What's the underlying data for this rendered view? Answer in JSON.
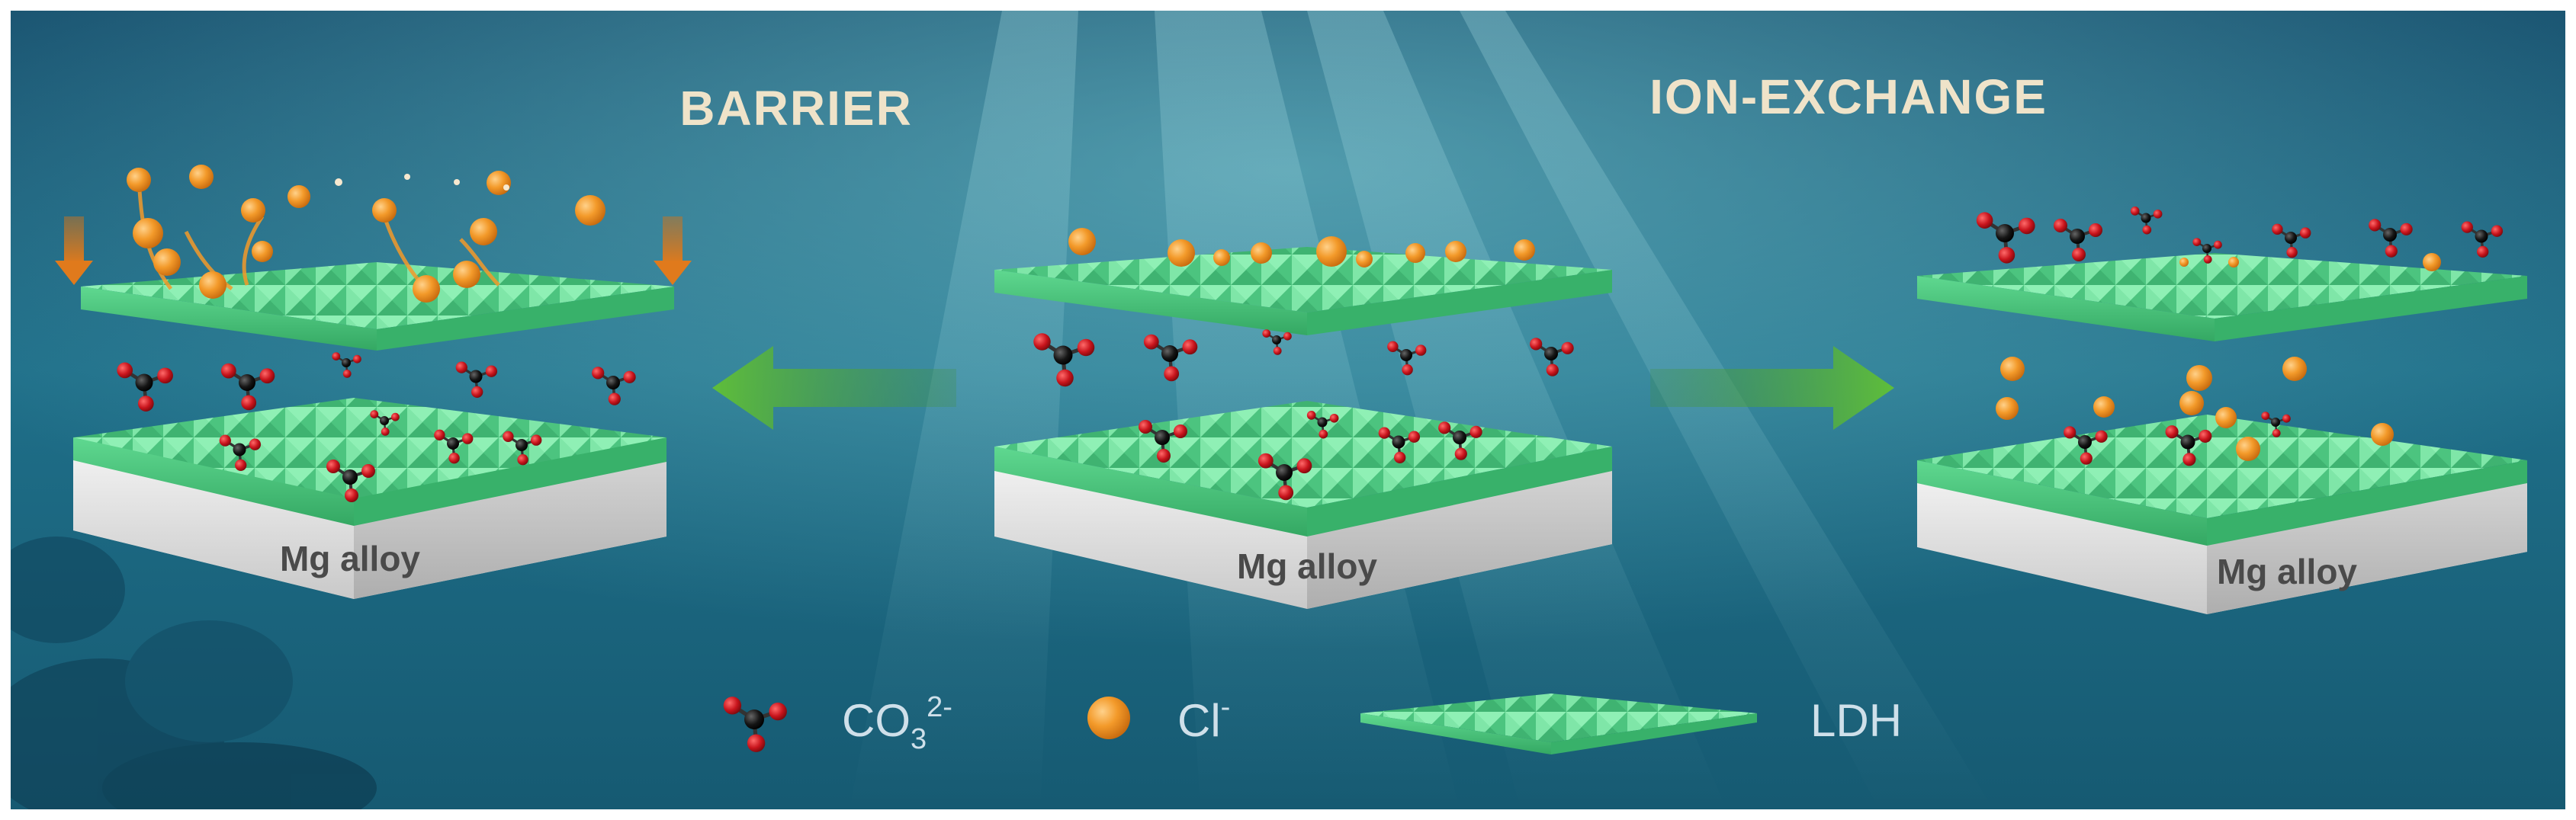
{
  "titles": {
    "barrier": "BARRIER",
    "ion_exchange": "ION-EXCHANGE"
  },
  "substrate_label": "Mg alloy",
  "legend": {
    "carbonate_base": "CO",
    "carbonate_sub": "3",
    "carbonate_sup": "2-",
    "chloride_base": "Cl",
    "chloride_sup": "-",
    "ldh": "LDH"
  },
  "colors": {
    "water_dark": "#0c3f5a",
    "water_mid": "#1f6d86",
    "water_light": "#56a8b8",
    "ldh_green": "#6fe09a",
    "ldh_dark": "#2fae62",
    "chloride_orange": "#f39a2a",
    "oxygen_red": "#c8141c",
    "carbon_black": "#111111",
    "arrow_green": "#5fbe3a",
    "alloy_gray": "#dcdcdc"
  }
}
